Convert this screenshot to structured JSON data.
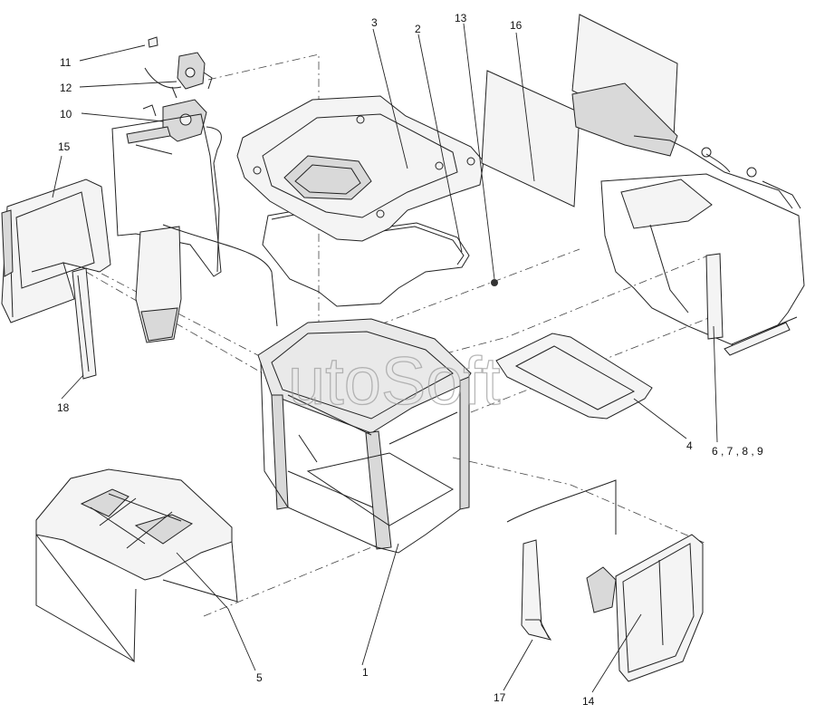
{
  "watermark": "utoSoft",
  "callouts": [
    {
      "id": "1",
      "text": "1"
    },
    {
      "id": "2",
      "text": "2"
    },
    {
      "id": "3",
      "text": "3"
    },
    {
      "id": "4",
      "text": "4"
    },
    {
      "id": "5",
      "text": "5"
    },
    {
      "id": "6789",
      "text": "6 , 7 , 8 , 9"
    },
    {
      "id": "10",
      "text": "10"
    },
    {
      "id": "11",
      "text": "11"
    },
    {
      "id": "12",
      "text": "12"
    },
    {
      "id": "13",
      "text": "13"
    },
    {
      "id": "14",
      "text": "14"
    },
    {
      "id": "15",
      "text": "15"
    },
    {
      "id": "16",
      "text": "16"
    },
    {
      "id": "17",
      "text": "17"
    },
    {
      "id": "18",
      "text": "18"
    }
  ]
}
